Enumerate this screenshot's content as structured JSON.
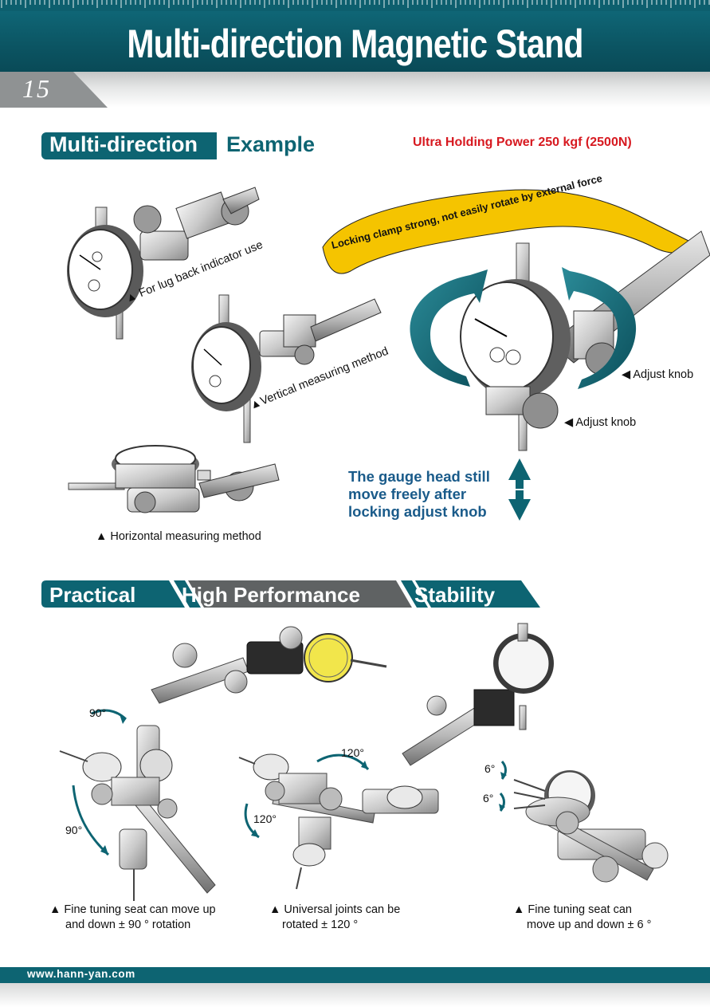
{
  "header": {
    "title": "Multi-direction Magnetic Stand",
    "page_number": "15"
  },
  "section1": {
    "heading_highlight": "Multi-direction",
    "heading_rest": "Example",
    "power": "Ultra Holding Power 250 kgf (2500N)",
    "captions": {
      "lug_back": "▲ For lug back indicator use",
      "vertical": "▲Vertical measuring method",
      "horizontal": "▲ Horizontal measuring method"
    },
    "banner": "Locking clamp strong, not easily rotate by external force",
    "adjust_knob_1": "◀ Adjust knob",
    "adjust_knob_2": "◀ Adjust knob",
    "gauge_note": [
      "The gauge head still",
      "move freely after",
      "locking adjust knob"
    ]
  },
  "section2": {
    "headings": [
      "Practical",
      "High Performance",
      "Stability"
    ],
    "degrees": {
      "a1": "90°",
      "a2": "90°",
      "b1": "120°",
      "b2": "120°",
      "c1": "6°",
      "c2": "6°"
    },
    "captions": {
      "fine_90_l1": "▲ Fine tuning seat can move up",
      "fine_90_l2": "and down ± 90 ° rotation",
      "universal_l1": "▲ Universal joints can be",
      "universal_l2": "rotated ± 120 °",
      "fine_6_l1": "▲ Fine tuning seat can",
      "fine_6_l2": "move up and down ± 6 °"
    }
  },
  "footer": {
    "website": "www.hann-yan.com"
  },
  "colors": {
    "teal": "#0d6472",
    "red": "#d71920",
    "blue_text": "#1a5b8a",
    "banner_yellow": "#f5c400"
  }
}
